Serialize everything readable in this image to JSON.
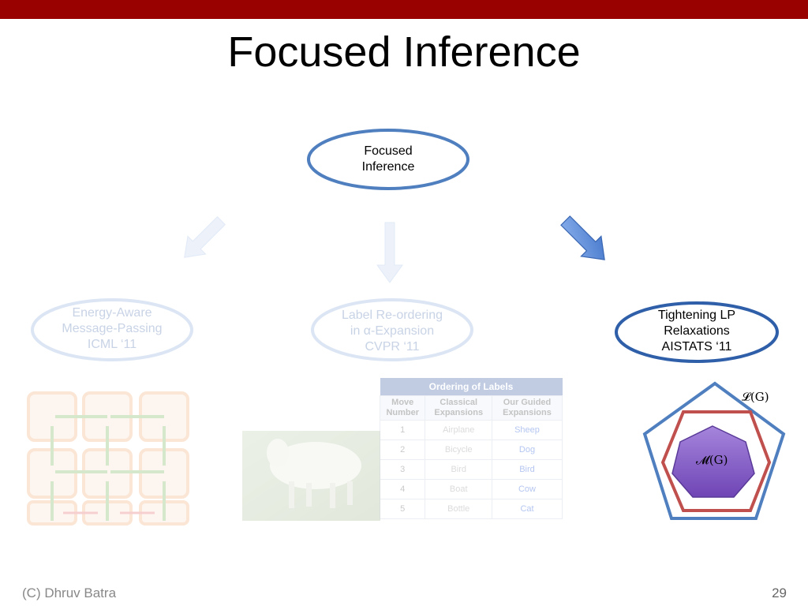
{
  "slide": {
    "title": "Focused Inference",
    "footer_left": "(C) Dhruv Batra",
    "page_number": "29"
  },
  "nodes": {
    "root": {
      "line1": "Focused",
      "line2": "Inference"
    },
    "left": {
      "line1": "Energy-Aware",
      "line2": "Message-Passing",
      "line3": "ICML ‘11"
    },
    "middle": {
      "line1": "Label Re-ordering",
      "line2": "in α-Expansion",
      "line3": "CVPR ‘11"
    },
    "right": {
      "line1": "Tightening LP",
      "line2": "Relaxations",
      "line3": "AISTATS ‘11"
    }
  },
  "table": {
    "title": "Ordering of Labels",
    "columns": [
      "Move Number",
      "Classical Expansions",
      "Our Guided Expansions"
    ],
    "rows": [
      {
        "move": "1",
        "classical": "Airplane",
        "guided": "Sheep"
      },
      {
        "move": "2",
        "classical": "Bicycle",
        "guided": "Dog"
      },
      {
        "move": "3",
        "classical": "Bird",
        "guided": "Bird"
      },
      {
        "move": "4",
        "classical": "Boat",
        "guided": "Cow"
      },
      {
        "move": "5",
        "classical": "Bottle",
        "guided": "Cat"
      }
    ]
  },
  "polytope": {
    "outer_label": "𝓛(G)",
    "inner_label": "𝓜(G)"
  },
  "colors": {
    "header_bar": "#990000",
    "ellipse_border": "#4f7fbf",
    "arrow_blue": "#5b8fd8",
    "pentagon_stroke": "#4f7fbf",
    "inner_stroke": "#c0504d",
    "heptagon_fill": "#8f62c8"
  }
}
